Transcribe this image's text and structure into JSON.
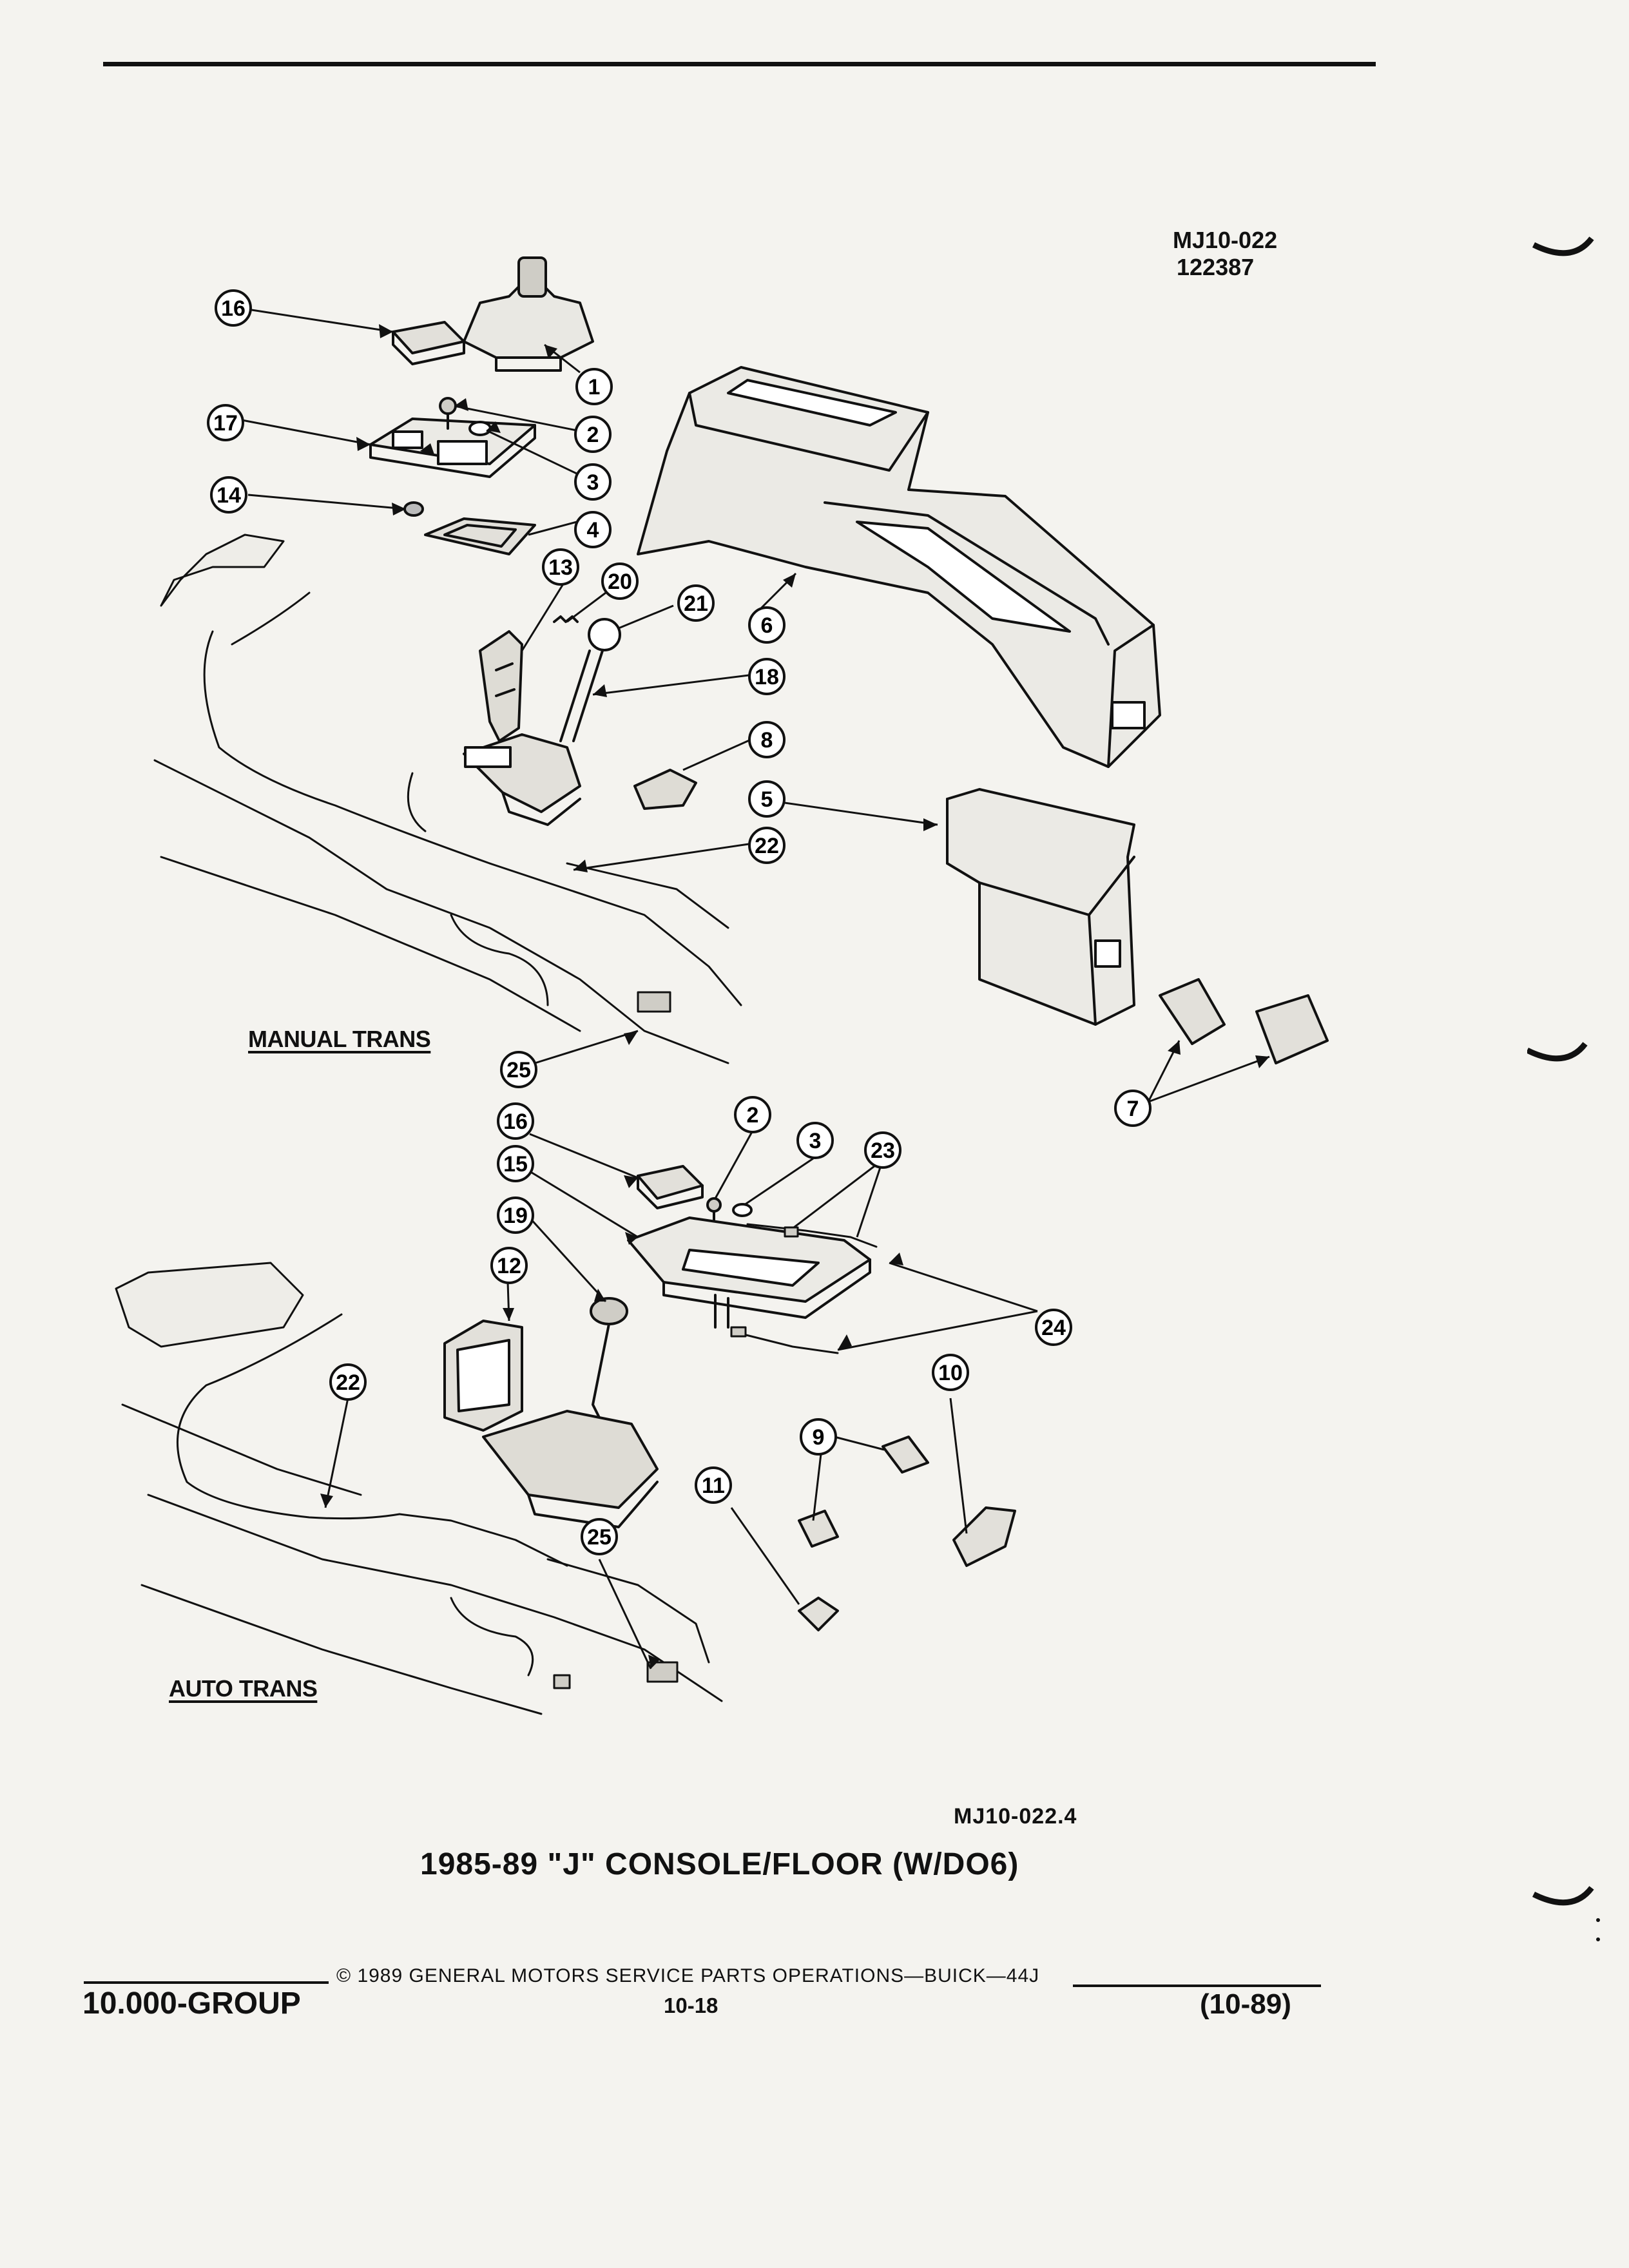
{
  "header": {
    "ref_code": "MJ10-022",
    "ref_date": "122387"
  },
  "diagram": {
    "manual_label": "MANUAL TRANS",
    "auto_label": "AUTO TRANS",
    "figure_code": "MJ10-022.4",
    "title": "1985-89 \"J\" CONSOLE/FLOOR (W/DO6)",
    "callouts": [
      "16",
      "1",
      "17",
      "2",
      "3",
      "14",
      "4",
      "13",
      "20",
      "21",
      "6",
      "18",
      "8",
      "5",
      "22",
      "25",
      "7",
      "16",
      "2",
      "3",
      "23",
      "15",
      "19",
      "12",
      "24",
      "10",
      "22",
      "9",
      "11",
      "25"
    ]
  },
  "footer": {
    "copyright": "© 1989 GENERAL MOTORS SERVICE PARTS OPERATIONS—BUICK—44J",
    "group": "10.000-GROUP",
    "page": "10-18",
    "revision": "(10-89)"
  }
}
